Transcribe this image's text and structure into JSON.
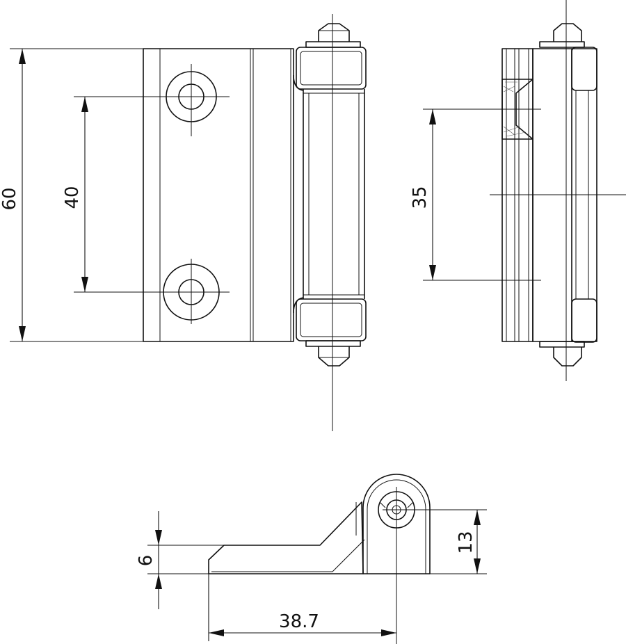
{
  "dimensions": {
    "height_overall": "60",
    "hole_spacing": "40",
    "side_spacing": "35",
    "leaf_offset": "6",
    "knuckle_height": "13",
    "axis_distance": "38.7"
  }
}
